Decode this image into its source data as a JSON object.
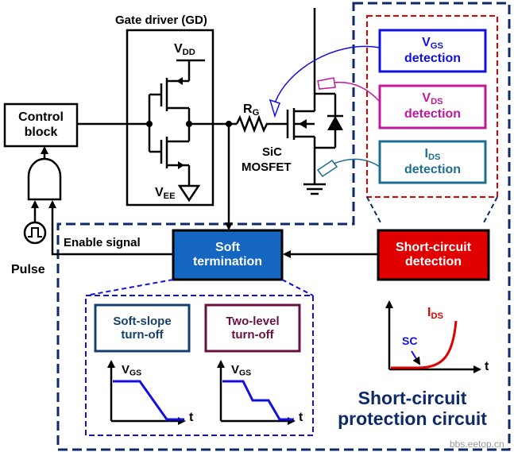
{
  "colors": {
    "vgs": "#1010e0",
    "vds": "#c0189c",
    "ids": "#1e6e90",
    "short_circuit": "#e00000",
    "soft_termination": "#1466c0",
    "soft_slope": "#16406e",
    "two_level": "#6a1040",
    "navy": "#0e2a6a",
    "wave": "#1010e0"
  },
  "labels": {
    "gate_driver": "Gate driver (GD)",
    "vdd_main": "V",
    "vdd_sub": "DD",
    "vee_main": "V",
    "vee_sub": "EE",
    "control_block_l1": "Control",
    "control_block_l2": "block",
    "rg_main": "R",
    "rg_sub": "G",
    "mosfet_l1": "SiC",
    "mosfet_l2": "MOSFET",
    "pulse": "Pulse",
    "enable_signal": "Enable signal",
    "soft_termination_l1": "Soft",
    "soft_termination_l2": "termination",
    "short_detection_l1": "Short-circuit",
    "short_detection_l2": "detection",
    "vgs_det_main": "V",
    "vgs_det_sub": "GS",
    "vgs_det_l2": "detection",
    "vds_det_main": "V",
    "vds_det_sub": "DS",
    "vds_det_l2": "detection",
    "ids_det_main": "I",
    "ids_det_sub": "DS",
    "ids_det_l2": "detection",
    "soft_slope_l1": "Soft-slope",
    "soft_slope_l2": "turn-off",
    "two_level_l1": "Two-level",
    "two_level_l2": "turn-off",
    "plot_vgs_main": "V",
    "plot_vgs_sub": "GS",
    "plot_t": "t",
    "ids_plot_main": "I",
    "ids_plot_sub": "DS",
    "sc_label": "SC",
    "protection_l1": "Short-circuit",
    "protection_l2": "protection circuit",
    "watermark": "bbs.eetop.cn"
  }
}
